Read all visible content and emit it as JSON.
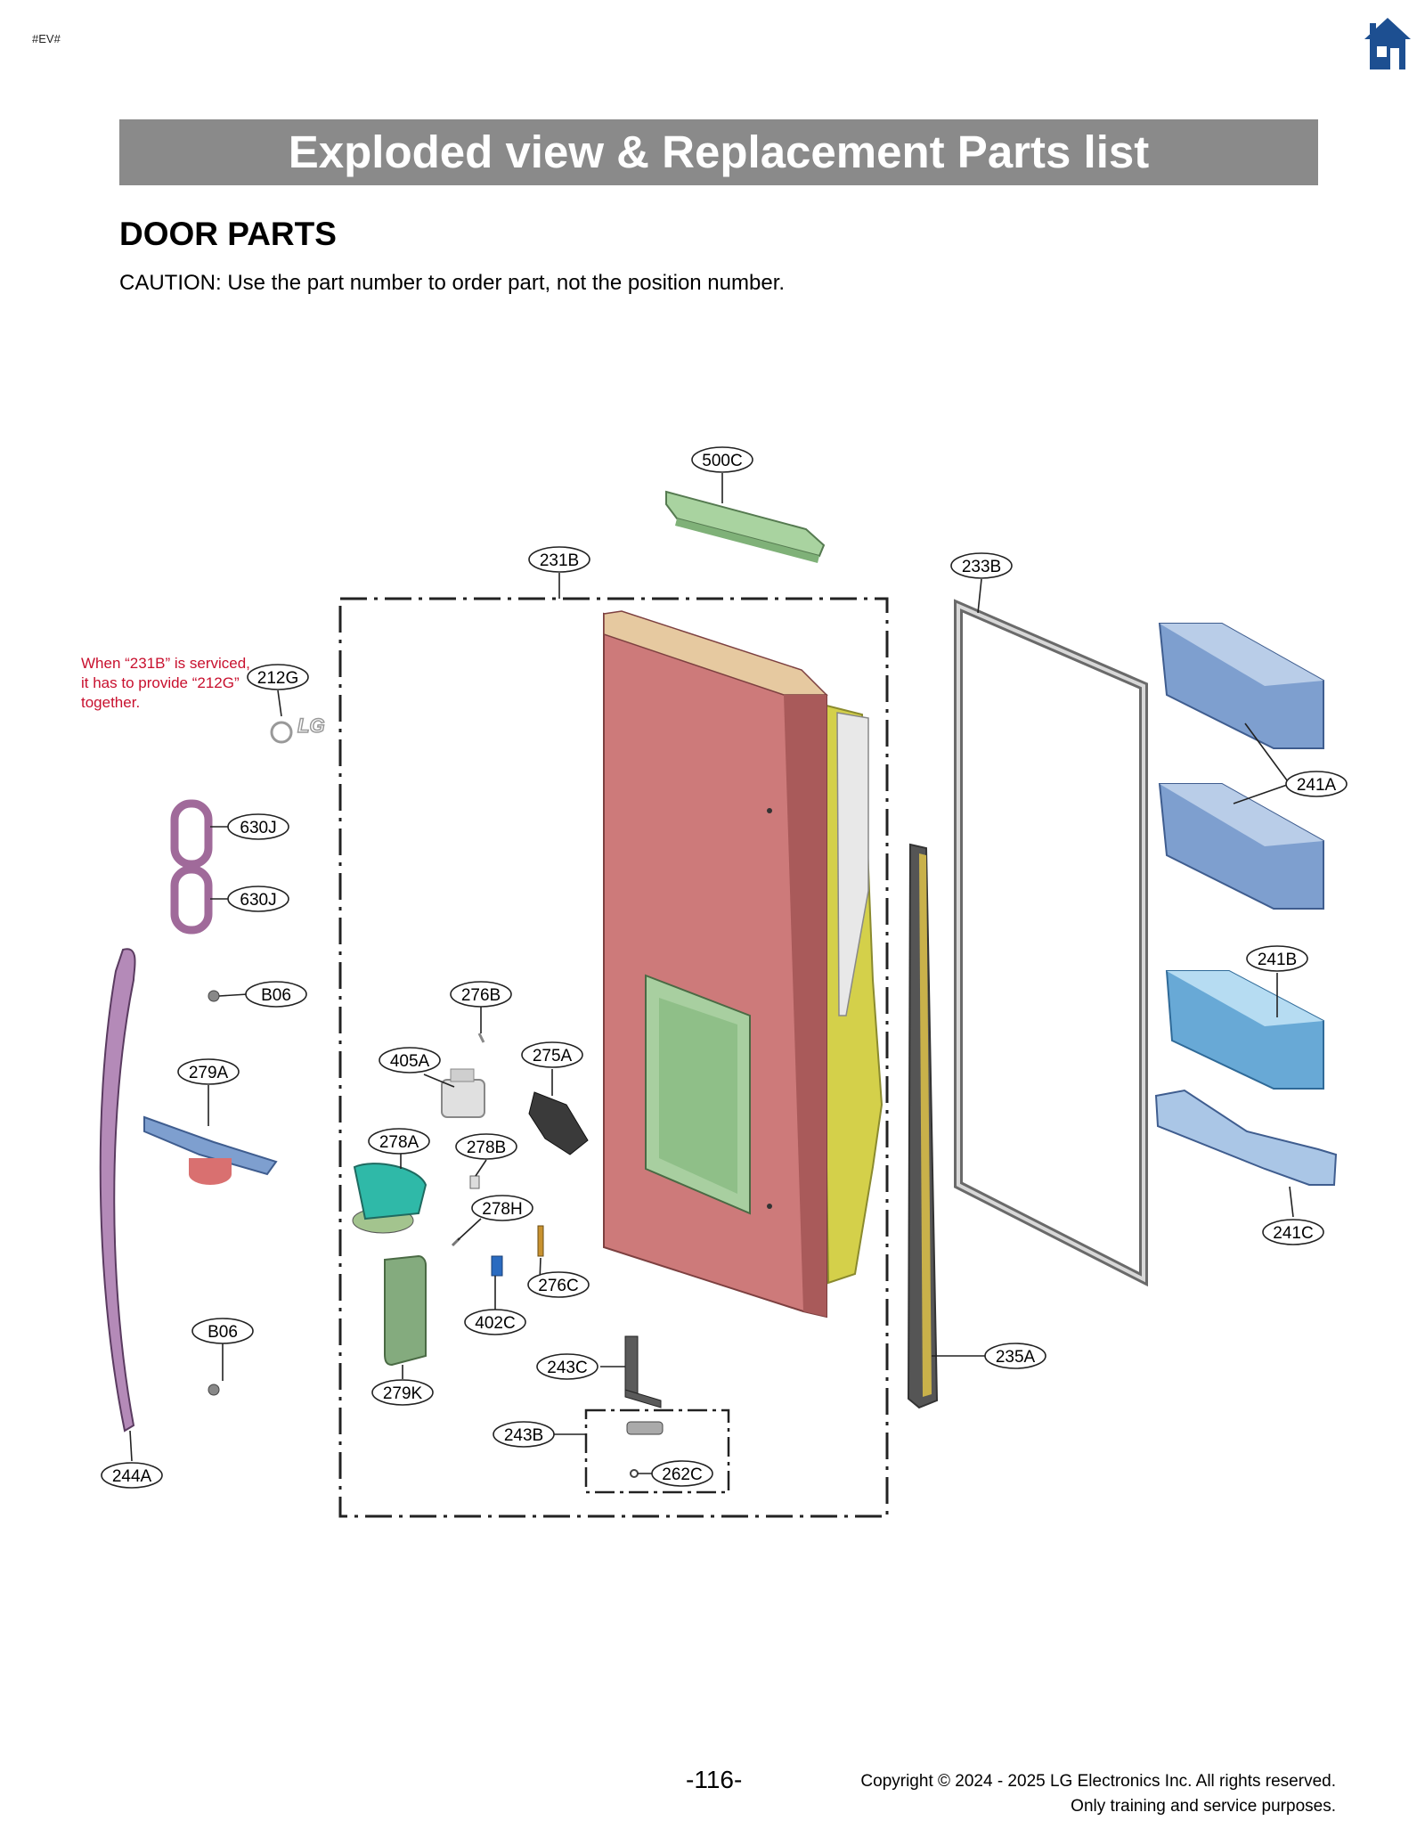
{
  "doc_tag": "#EV#",
  "icons": {
    "home": "home-icon"
  },
  "colors": {
    "banner": "#8a8a8a",
    "note": "#c8102e",
    "home": "#1d4f91"
  },
  "banner_title": "Exploded view & Replacement Parts list",
  "section_title": "DOOR PARTS",
  "caution": "CAUTION: Use the part number to order part, not the position number.",
  "note_lines": [
    "When “231B” is serviced,",
    "it has to provide “212G”",
    "together."
  ],
  "logo_text": "LG",
  "callouts": [
    "500C",
    "231B",
    "233B",
    "212G",
    "630J",
    "630J",
    "241A",
    "241B",
    "B06",
    "276B",
    "275A",
    "405A",
    "279A",
    "278A",
    "278B",
    "278H",
    "276C",
    "241C",
    "402C",
    "235A",
    "B06",
    "243C",
    "279K",
    "243B",
    "262C",
    "244A"
  ],
  "page_number": "-116-",
  "copyright": "Copyright © 2024 - 2025 LG Electronics Inc. All rights reserved.",
  "usage_note": "Only training and service purposes."
}
